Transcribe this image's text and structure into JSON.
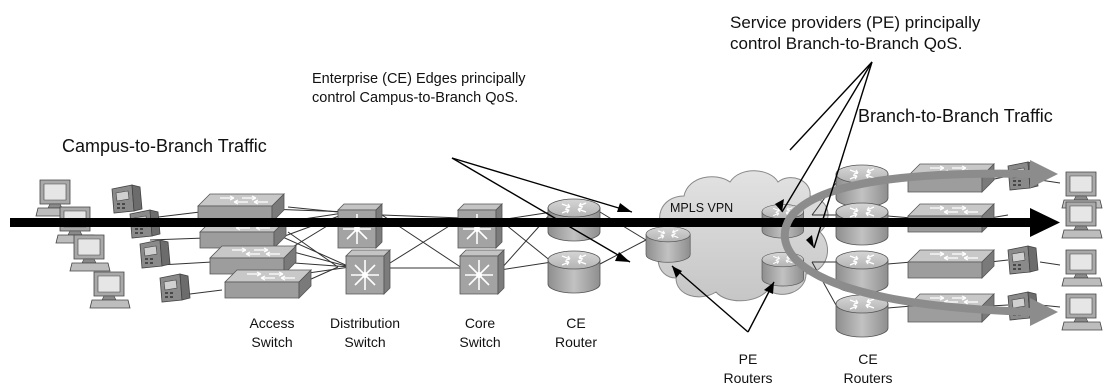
{
  "titles": {
    "campus_to_branch": "Campus-to-Branch Traffic",
    "branch_to_branch": "Branch-to-Branch Traffic"
  },
  "annotations": {
    "enterprise_line1": "Enterprise (CE) Edges principally",
    "enterprise_line2": "control Campus-to-Branch QoS.",
    "sp_line1": "Service providers (PE) principally",
    "sp_line2": "control Branch-to-Branch QoS."
  },
  "cloud": {
    "label": "MPLS VPN"
  },
  "devices": {
    "access_switch": [
      "Access",
      "Switch"
    ],
    "distribution_switch": [
      "Distribution",
      "Switch"
    ],
    "core_switch": [
      "Core",
      "Switch"
    ],
    "ce_router": [
      "CE",
      "Router"
    ],
    "pe_routers": [
      "PE",
      "Routers"
    ],
    "ce_routers": [
      "CE",
      "Routers"
    ]
  },
  "colors": {
    "device_gray": "#a7a7a7",
    "device_dark": "#7d7d7d",
    "device_light": "#c9c9c9",
    "cloud_fill": "#d4d4d4",
    "traffic_arrow": "#000000",
    "branch_arrow": "#8c8c8c"
  }
}
